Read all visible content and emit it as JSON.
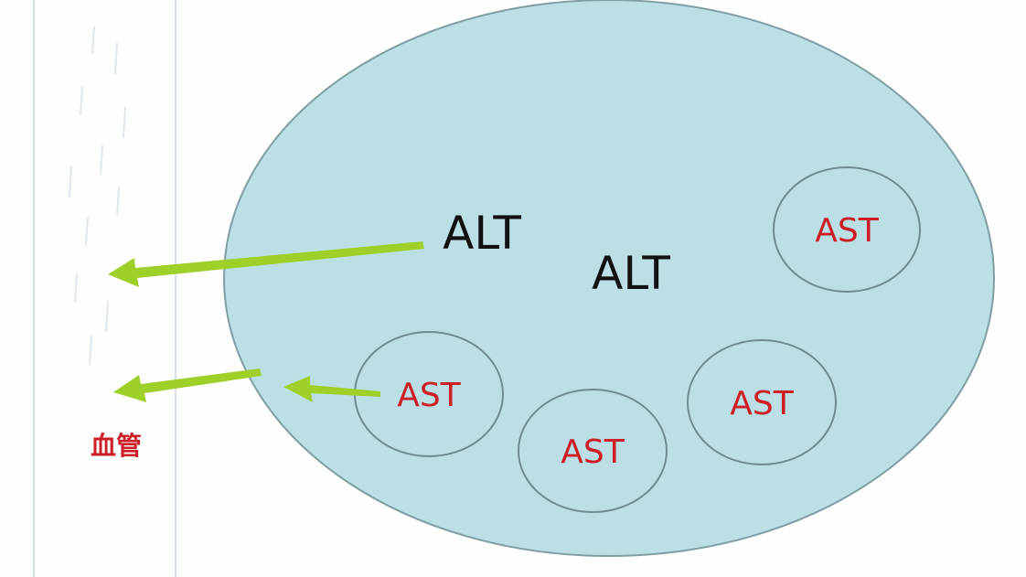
{
  "diagram": {
    "cell_labels": {
      "alt_1": "ALT",
      "alt_2": "ALT"
    },
    "mitochondria_labels": [
      "AST",
      "AST",
      "AST",
      "AST"
    ],
    "vessel_label": "血管"
  },
  "colors": {
    "cell_fill": "#bcdfe6",
    "cell_stroke": "#7e9ea4",
    "mito_stroke": "#6f8c92",
    "arrow": "#9fd02a",
    "ast_text": "#cc1f27",
    "alt_text": "#111111",
    "vessel_text": "#cc1f27",
    "vessel_lines": "#c7d5de"
  }
}
